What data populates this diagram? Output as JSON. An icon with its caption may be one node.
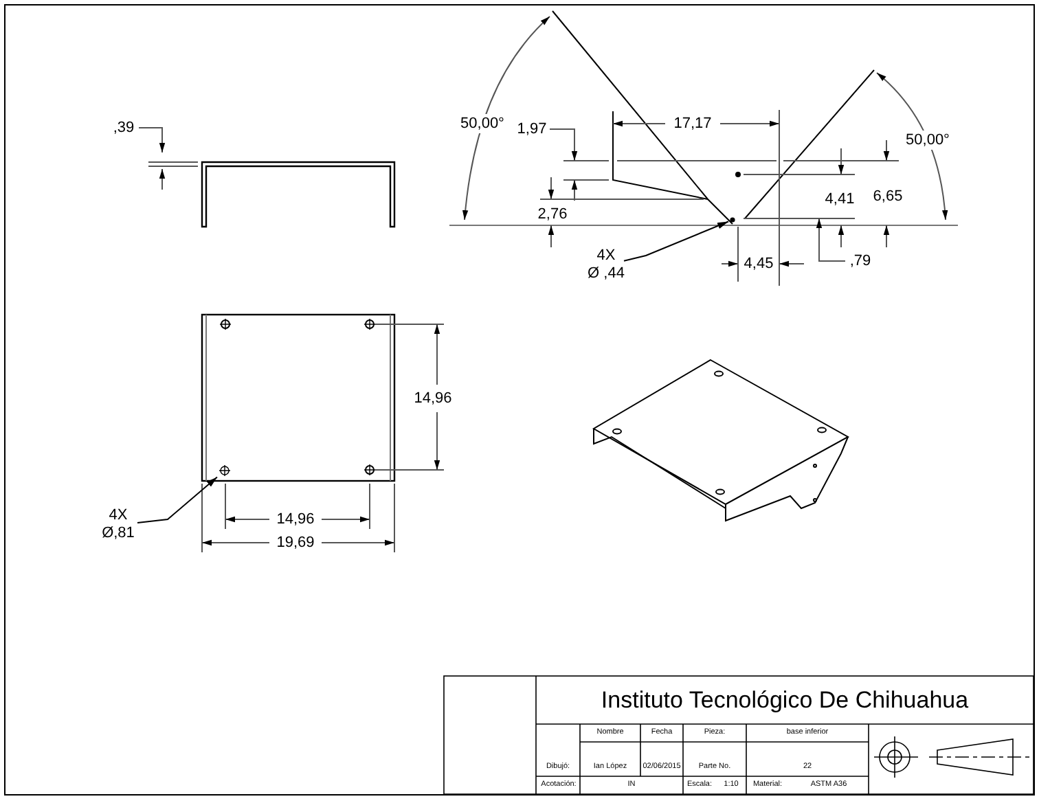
{
  "diagram": {
    "title": "Instituto Tecnológico De Chihuahua",
    "nodes": [
      {
        "text": [
          "4X",
          "Ø ,44"
        ]
      },
      {
        "text": [],
        "shape": "circle"
      },
      {
        "text": [
          "4X",
          "Ø,81"
        ]
      },
      {
        "text": [],
        "shape": "circle"
      }
    ],
    "edges": [
      {
        "from": 0,
        "to": 1,
        "arrow": "to"
      },
      {
        "from": 2,
        "to": 3,
        "arrow": "to"
      }
    ],
    "labels": [
      ",39",
      "50,00°",
      "1,97",
      "17,17",
      "50,00°",
      "2,76",
      "4,41",
      "6,65",
      "4,45",
      ",79",
      "14,96",
      "14,96",
      "19,69",
      "Nombre",
      "Fecha",
      "Pieza:",
      "base inferior",
      "Dibujó:",
      "Ian López",
      "02/06/2015",
      "Parte No.",
      "22",
      "Acotación:",
      "IN",
      "Escala:",
      "1:10",
      "Material:",
      "ASTM A36"
    ]
  }
}
